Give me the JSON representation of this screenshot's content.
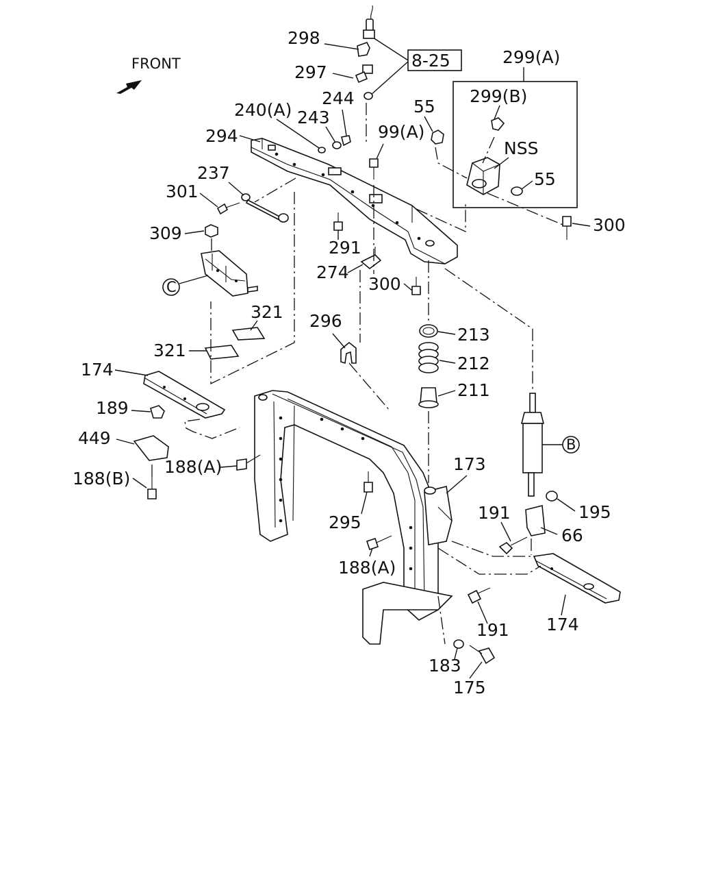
{
  "orientation_label": "FRONT",
  "reference_box": "8-25",
  "nss_label": "NSS",
  "callouts": {
    "c298": "298",
    "c297": "297",
    "c244": "244",
    "c243": "243",
    "c240a": "240(A)",
    "c294": "294",
    "c237": "237",
    "c301": "301",
    "c309": "309",
    "c321a": "321",
    "c321b": "321",
    "c174a": "174",
    "c189": "189",
    "c449": "449",
    "c188b": "188(B)",
    "c188a1": "188(A)",
    "c299a": "299(A)",
    "c299b": "299(B)",
    "c55a": "55",
    "c55b": "55",
    "c99a": "99(A)",
    "c300a": "300",
    "c300b": "300",
    "c291": "291",
    "c274": "274",
    "c296": "296",
    "c213": "213",
    "c212": "212",
    "c211": "211",
    "c173": "173",
    "c295": "295",
    "c191a": "191",
    "c195": "195",
    "c66": "66",
    "c188a2": "188(A)",
    "c191b": "191",
    "c174b": "174",
    "c183": "183",
    "c175": "175"
  },
  "circled_refs": {
    "c": "C",
    "b": "B"
  }
}
